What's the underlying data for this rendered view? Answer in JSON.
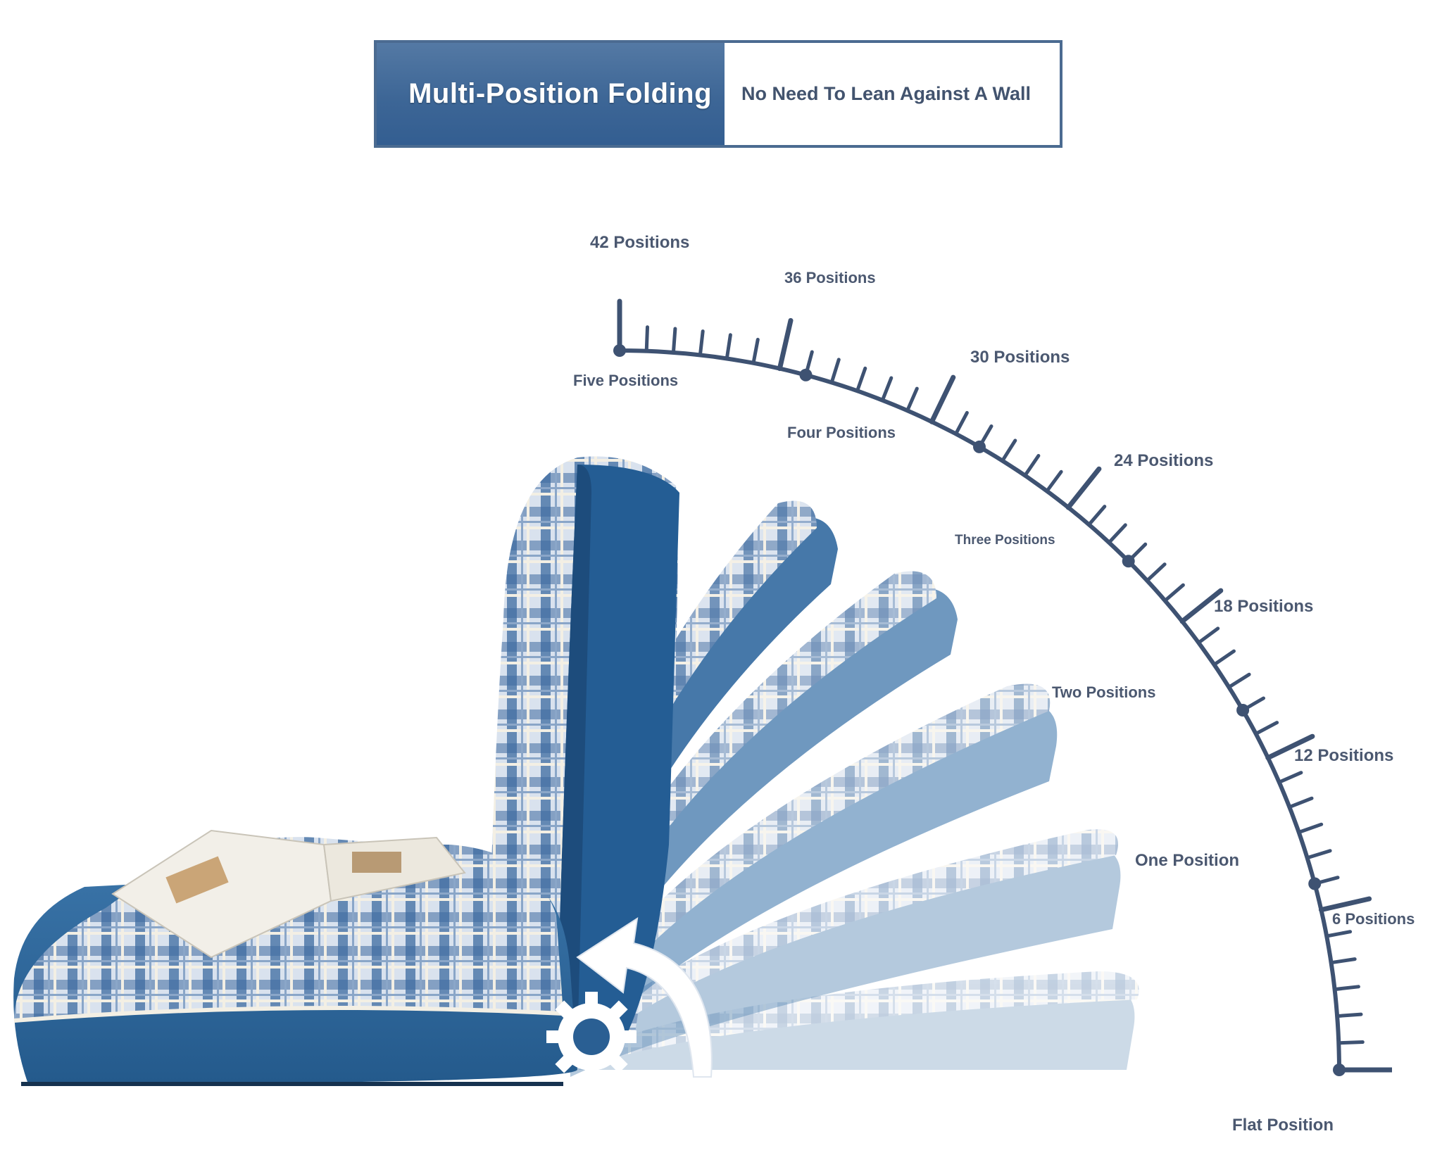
{
  "banner": {
    "title": "Multi-Position Folding",
    "subtitle": "No Need To Lean Against A Wall"
  },
  "dial_labels": {
    "p42": "42 Positions",
    "p36": "36 Positions",
    "p30": "30 Positions",
    "p24": "24 Positions",
    "p18": "18 Positions",
    "p12": "12 Positions",
    "p6": "6 Positions",
    "five": "Five Positions",
    "four": "Four Positions",
    "three": "Three Positions",
    "two": "Two Positions",
    "one": "One Position",
    "flat": "Flat Position"
  },
  "colors": {
    "accent": "#3f6a9c",
    "dial": "#3e5272",
    "text": "#4b5870",
    "cushion": "#2f6496"
  },
  "icons": [
    "gear-icon",
    "curved-arrow-icon"
  ]
}
